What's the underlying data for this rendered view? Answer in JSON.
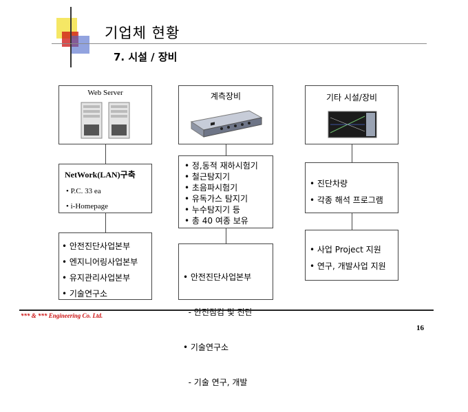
{
  "header": {
    "title": "기업체 현황",
    "subtitle": "7. 시설 / 장비"
  },
  "columns": [
    {
      "equipment_label": "Web Server",
      "equipment_image": "server-towers",
      "detail_title": "NetWork(LAN)구축",
      "detail_items": [
        "•  P.C. 33 ea",
        "• i-Homepage"
      ],
      "org_items": [
        "• 안전진단사업본부",
        "• 엔지니어링사업본부",
        "• 유지관리사업본부",
        "• 기술연구소"
      ]
    },
    {
      "equipment_label": "계측장비",
      "equipment_image": "measurement-device",
      "detail_items": [
        "• 정,동적 재하시험기",
        "• 철근탐지기",
        "• 초음파시험기",
        "• 유독가스 탐지기",
        "• 누수탐지기 등",
        "• 총 40 여종 보유"
      ],
      "org_items": [
        "• 안전진단사업본부",
        "  - 안전점검 및 진단",
        "• 기술연구소",
        "  - 기술 연구, 개발"
      ]
    },
    {
      "equipment_label": "기타 시설/장비",
      "equipment_image": "monitor-screen",
      "detail_items": [
        "• 진단차량",
        "• 각종 해석 프로그램"
      ],
      "org_items": [
        "• 사업 Project 지원",
        "• 연구, 개발사업 지원"
      ]
    }
  ],
  "footer": {
    "company": "*** & *** Engineering Co. Ltd.",
    "page_number": "16"
  },
  "colors": {
    "accent_red": "#cc1111",
    "accent_yellow": "#f3e34a",
    "accent_blue": "#4a66c9",
    "rule_gray": "#8a8a8a"
  }
}
